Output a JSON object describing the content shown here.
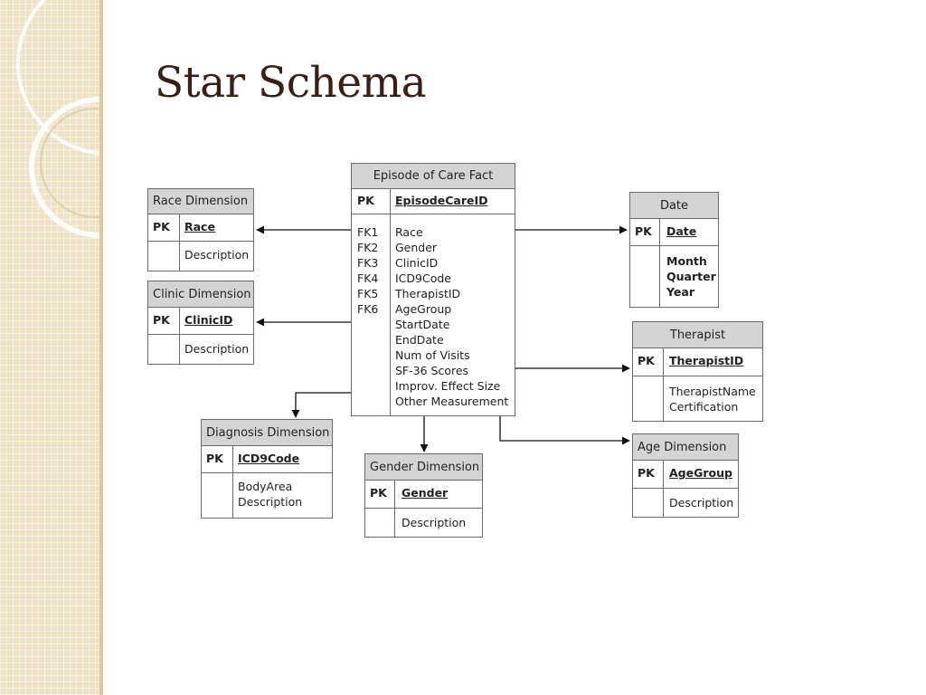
{
  "slide": {
    "title": "Star Schema"
  },
  "fact": {
    "title": "Episode of Care Fact",
    "pk_label": "PK",
    "pk_field": "EpisodeCareID",
    "fk_labels": [
      "FK1",
      "FK2",
      "FK3",
      "FK4",
      "FK5",
      "FK6"
    ],
    "fields": [
      "Race",
      "Gender",
      "ClinicID",
      "ICD9Code",
      "TherapistID",
      "AgeGroup",
      "StartDate",
      "EndDate",
      "Num of Visits",
      "SF-36 Scores",
      "Improv. Effect Size",
      "Other Measurement"
    ]
  },
  "race": {
    "title": "Race Dimension",
    "pk_label": "PK",
    "pk_field": "Race",
    "fields": [
      "Description"
    ]
  },
  "clinic": {
    "title": "Clinic Dimension",
    "pk_label": "PK",
    "pk_field": "ClinicID",
    "fields": [
      "Description"
    ]
  },
  "diagnosis": {
    "title": "Diagnosis Dimension",
    "pk_label": "PK",
    "pk_field": "ICD9Code",
    "fields": [
      "BodyArea",
      "Description"
    ]
  },
  "gender": {
    "title": "Gender Dimension",
    "pk_label": "PK",
    "pk_field": "Gender",
    "fields": [
      "Description"
    ]
  },
  "date": {
    "title": "Date",
    "pk_label": "PK",
    "pk_field": "Date",
    "fields": [
      "Month",
      "Quarter",
      "Year"
    ]
  },
  "therapist": {
    "title": "Therapist",
    "pk_label": "PK",
    "pk_field": "TherapistID",
    "fields": [
      "TherapistName",
      "Certification"
    ]
  },
  "age": {
    "title": "Age Dimension",
    "pk_label": "PK",
    "pk_field": "AgeGroup",
    "fields": [
      "Description"
    ]
  },
  "colors": {
    "title": "#3c1f14",
    "header_fill": "#d4d4d4",
    "border": "#6b6b6b",
    "sidebar": "#efe3c7"
  }
}
